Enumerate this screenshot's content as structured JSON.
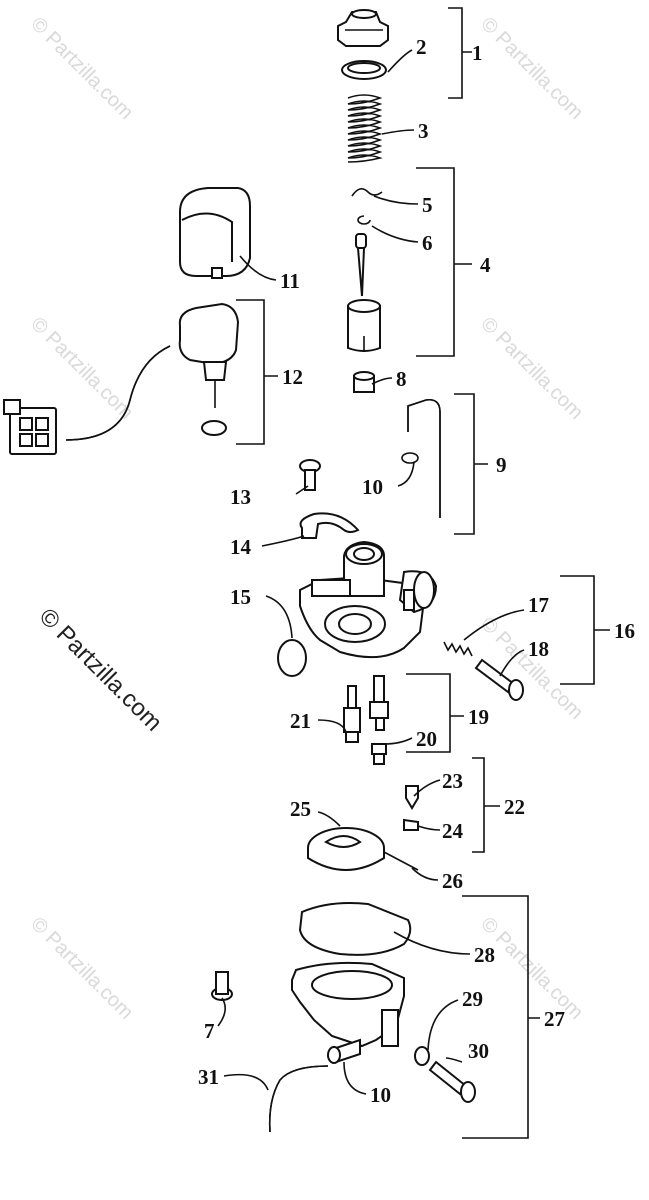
{
  "watermark": {
    "text": "© Partzilla.com",
    "main_text": "© Partzilla.com"
  },
  "callouts": [
    "1",
    "2",
    "3",
    "4",
    "5",
    "6",
    "7",
    "8",
    "9",
    "10",
    "11",
    "12",
    "13",
    "14",
    "15",
    "16",
    "17",
    "18",
    "19",
    "20",
    "21",
    "22",
    "23",
    "24",
    "25",
    "26",
    "27",
    "28",
    "29",
    "30",
    "31",
    "10"
  ]
}
